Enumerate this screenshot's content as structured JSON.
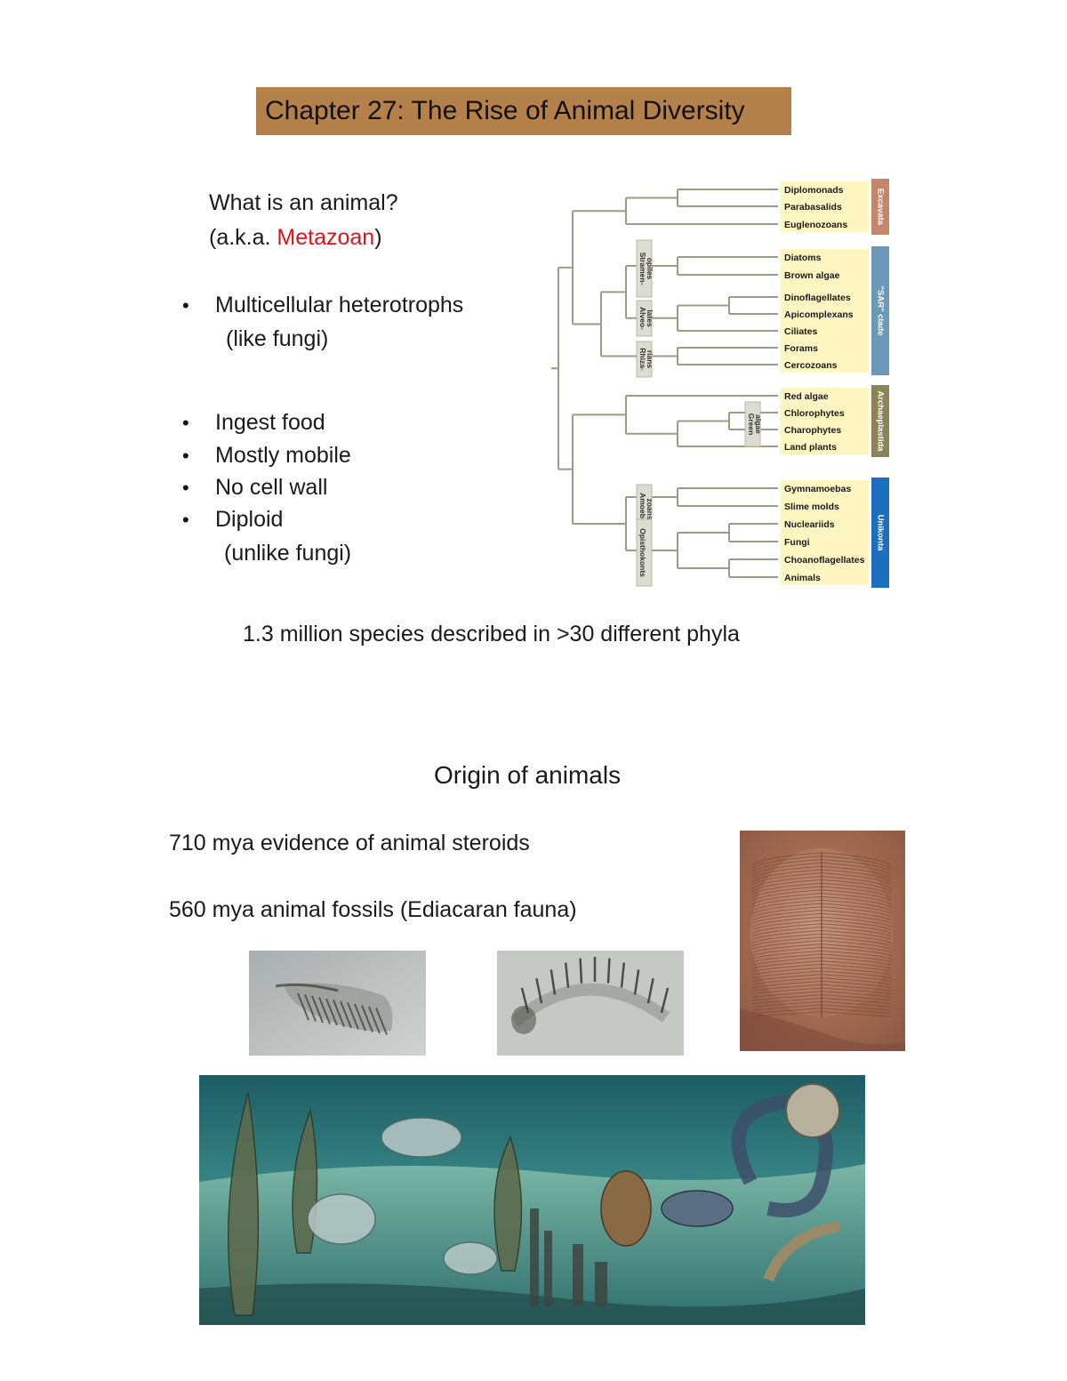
{
  "title": "Chapter 27: The Rise of Animal Diversity",
  "intro": {
    "question": "What is an animal?",
    "aka_prefix": "(a.k.a. ",
    "aka_term": "Metazoan",
    "aka_suffix": ")"
  },
  "bullets_group1": [
    {
      "text": "Multicellular heterotrophs",
      "sub": "(like fungi)"
    }
  ],
  "bullets_group2": [
    {
      "text": "Ingest food"
    },
    {
      "text": "Mostly mobile"
    },
    {
      "text": "No cell wall"
    },
    {
      "text": "Diploid",
      "sub": "(unlike fungi)"
    }
  ],
  "bullet_symbol": "•",
  "species_note": "1.3 million species described in >30 different phyla",
  "tree": {
    "taxa": [
      "Diplomonads",
      "Parabasalids",
      "Euglenozoans",
      "Diatoms",
      "Brown algae",
      "Dinoflagellates",
      "Apicomplexans",
      "Ciliates",
      "Forams",
      "Cercozoans",
      "Red algae",
      "Chlorophytes",
      "Charophytes",
      "Land plants",
      "Gymnamoebas",
      "Slime molds",
      "Nucleariids",
      "Fungi",
      "Choanoflagellates",
      "Animals"
    ],
    "supergroups": [
      {
        "label": "Excavata",
        "color": "#c4876a"
      },
      {
        "label": "\"SAR\" clade",
        "color": "#6a9ab8"
      },
      {
        "label": "Archaeplastida",
        "color": "#8c8458"
      },
      {
        "label": "Unikonta",
        "color": "#1c6ec0"
      }
    ],
    "subclades": [
      "Stramen-\nopiles",
      "Alveo-\nlates",
      "Rhiza-\nrians",
      "Green\nalgae",
      "Amoebo-\nzoans",
      "Opisthokonts"
    ],
    "highlight_color": "#fff6c2",
    "branch_color": "#9c9c84"
  },
  "section2_title": "Origin of animals",
  "evidence": [
    "710 mya evidence of animal steroids",
    "560 mya animal fossils (Ediacaran fauna)"
  ],
  "colors": {
    "title_bg": "#b5814a",
    "metazoan": "#e0141b"
  }
}
